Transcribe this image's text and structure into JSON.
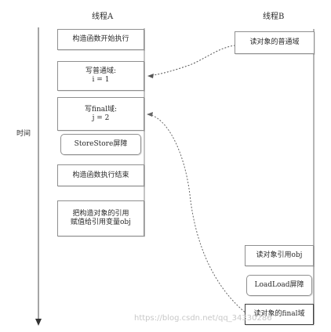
{
  "headers": {
    "thread_a": "线程A",
    "thread_b": "线程B"
  },
  "axis": {
    "time_label": "时间"
  },
  "thread_a_steps": [
    {
      "label": "构造函数开始执行"
    },
    {
      "label_line1": "写普通域:",
      "label_line2": "i = 1"
    },
    {
      "label_line1": "写final域:",
      "label_line2": "j = 2"
    },
    {
      "label": "StoreStore屏障"
    },
    {
      "label": "构造函数执行结束"
    },
    {
      "label_line1": "把构造对象的引用",
      "label_line2": "赋值给引用变量obj"
    }
  ],
  "thread_b_steps": {
    "top": {
      "label": "读对象的普通域"
    },
    "bottom": [
      {
        "label": "读对象引用obj"
      },
      {
        "label": "LoadLoad屏障"
      },
      {
        "label": "读对象的final域"
      }
    ]
  },
  "watermark": "https://blog.csdn.net/qq_34330286"
}
